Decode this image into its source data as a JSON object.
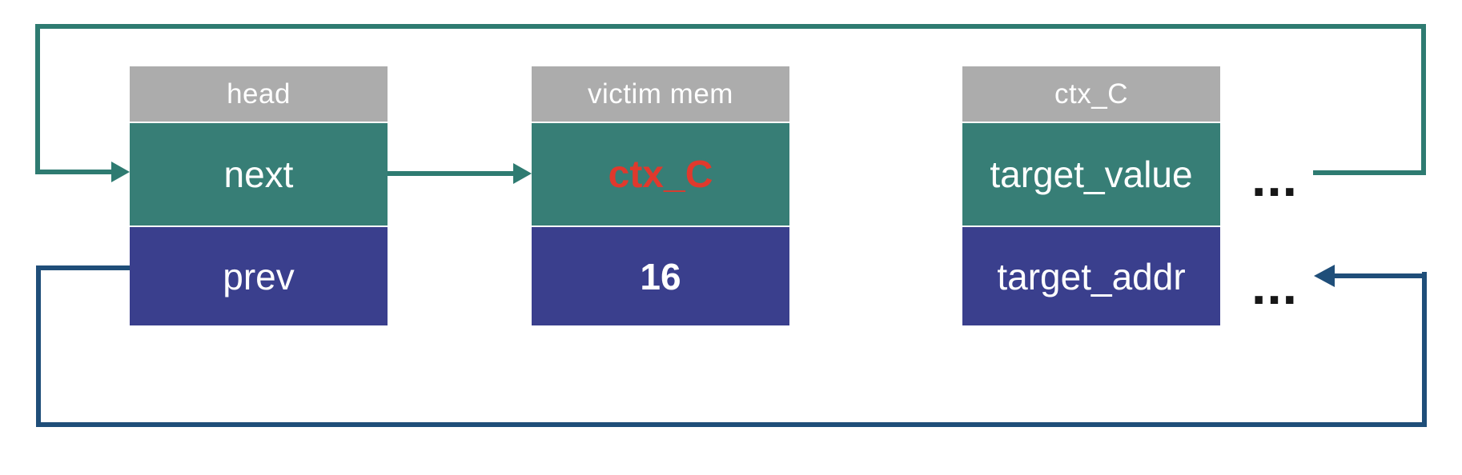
{
  "diagram": {
    "description": "Doubly linked list free-chunk diagram: head node's next pointer targets victim mem (poisoned with ctx_C), and ctx_C object fields loop back to head/prev",
    "colors": {
      "background": "#ffffff",
      "header_gray": "#acacac",
      "cell_teal": "#377e76",
      "cell_blue": "#3a3f8d",
      "line_teal": "#2e7b71",
      "line_blue": "#1f4e79",
      "label_white": "#ffffff",
      "highlight_red": "#e0392d",
      "ellipsis_black": "#161616"
    },
    "boxes": [
      {
        "title": "head",
        "rows": [
          {
            "label": "next"
          },
          {
            "label": "prev"
          }
        ]
      },
      {
        "title": "victim mem",
        "rows": [
          {
            "label": "ctx_C"
          },
          {
            "label": "16"
          }
        ]
      },
      {
        "title": "ctx_C",
        "rows": [
          {
            "label": "target_value"
          },
          {
            "label": "target_addr"
          }
        ]
      }
    ],
    "ellipsis": {
      "value_row": "...",
      "addr_row": "..."
    },
    "connectors": [
      {
        "name": "head-next-to-victim-mem-arrow",
        "color": "#2e7b71"
      },
      {
        "name": "target-value-loop-back-to-head-next-arrow",
        "color": "#2e7b71"
      },
      {
        "name": "prev-loop-to-target-addr-arrow",
        "color": "#1f4e79"
      }
    ]
  }
}
